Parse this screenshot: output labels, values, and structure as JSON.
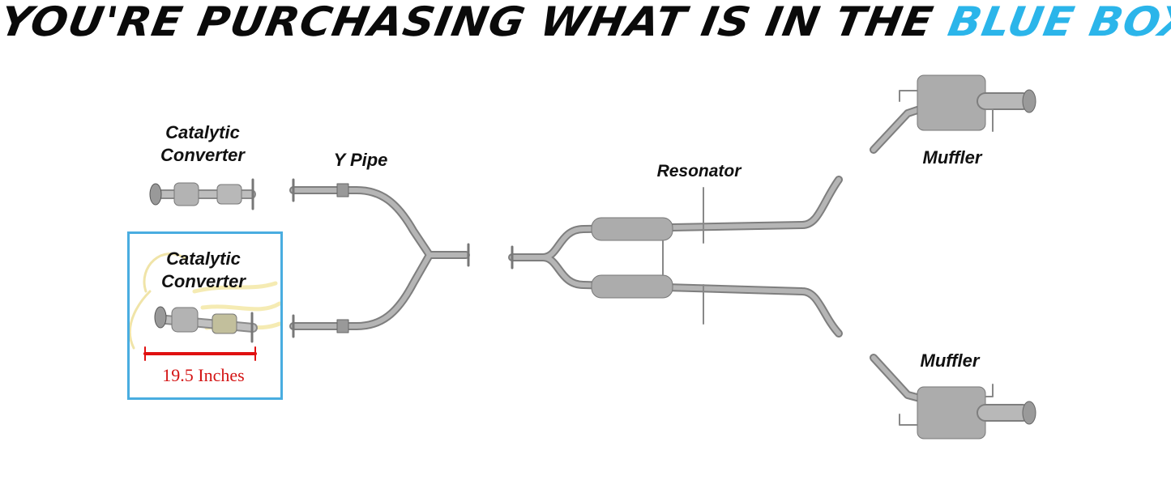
{
  "headline": {
    "prefix": "YOU'RE PURCHASING WHAT IS IN THE ",
    "highlight": "BLUE BOX"
  },
  "labels": {
    "cat_top": [
      "Catalytic",
      "Converter"
    ],
    "cat_selected": [
      "Catalytic",
      "Converter"
    ],
    "y_pipe": "Y Pipe",
    "resonator": "Resonator",
    "muffler_top": "Muffler",
    "muffler_bottom": "Muffler"
  },
  "measurement": "19.5 Inches",
  "colors": {
    "highlight": "#2bb5ea",
    "box_border": "#49ade0",
    "measure": "#d41414",
    "pipe": "#a9a9a9"
  }
}
